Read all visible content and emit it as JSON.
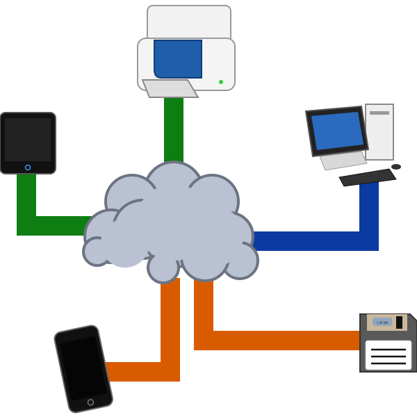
{
  "diagram": {
    "hub": {
      "icon": "cloud-icon"
    },
    "devices": [
      {
        "name": "printer",
        "icon": "printer-icon",
        "link_color": "#0e7d12"
      },
      {
        "name": "tablet",
        "icon": "tablet-icon",
        "link_color": "#0e7d12"
      },
      {
        "name": "desktop",
        "icon": "desktop-computer-icon",
        "link_color": "#0c3aa3"
      },
      {
        "name": "smartphone",
        "icon": "smartphone-icon",
        "link_color": "#d95b00"
      },
      {
        "name": "floppy",
        "icon": "floppy-disk-icon",
        "link_color": "#d95b00",
        "label": "1.44 MB"
      }
    ],
    "colors": {
      "cloud_fill": "#b9c1d3",
      "cloud_stroke": "#6c7482"
    }
  }
}
